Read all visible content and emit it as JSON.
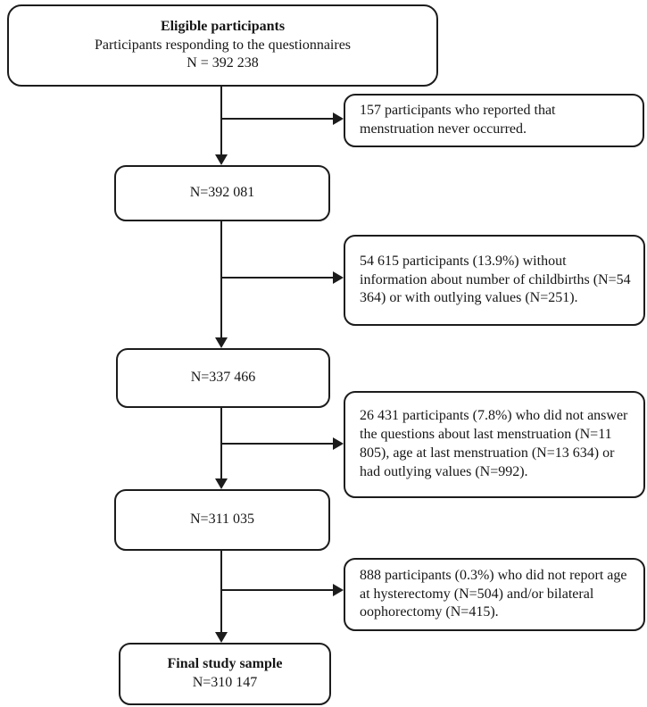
{
  "flow": {
    "top": {
      "title": "Eligible participants",
      "subtitle": "Participants responding to the questionnaires",
      "n": "N = 392 238"
    },
    "step1": {
      "n": "N=392 081"
    },
    "step2": {
      "n": "N=337 466"
    },
    "step3": {
      "n": "N=311 035"
    },
    "final": {
      "title": "Final study sample",
      "n": "N=310 147"
    },
    "exclusions": {
      "e1": "157 participants who reported that menstruation never occurred.",
      "e2": "54 615 participants (13.9%) without information about number of childbirths (N=54 364) or with outlying values (N=251).",
      "e3": "26 431 participants (7.8%) who did not answer the questions about last menstruation (N=11 805), age at last menstruation (N=13 634) or had outlying values (N=992).",
      "e4": "888 participants (0.3%) who did not report age at hysterectomy (N=504) and/or bilateral oophorectomy (N=415)."
    },
    "colors": {
      "line": "#1c1c1c",
      "border": "#1c1c1c",
      "background": "#ffffff",
      "text": "#161616"
    }
  }
}
